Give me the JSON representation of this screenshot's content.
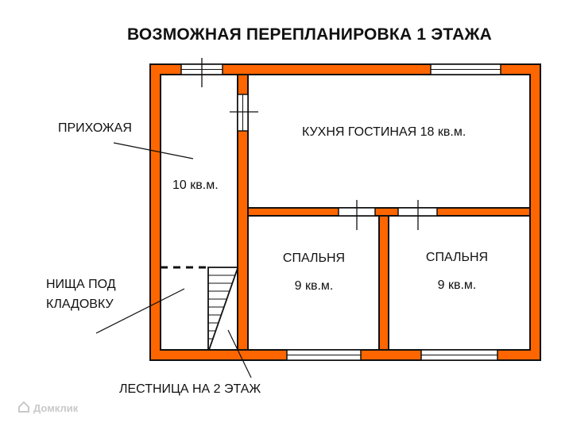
{
  "title": "ВОЗМОЖНАЯ ПЕРЕПЛАНИРОВКА 1 ЭТАЖА",
  "labels": {
    "hallway": "ПРИХОЖАЯ",
    "hallway_area": "10 кв.м.",
    "kitchen": "КУХНЯ ГОСТИНАЯ 18 кв.м.",
    "bedroom1": "СПАЛЬНЯ",
    "bedroom1_area": "9 кв.м.",
    "bedroom2": "СПАЛЬНЯ",
    "bedroom2_area": "9 кв.м.",
    "storage_line1": "НИЩА ПОД",
    "storage_line2": "КЛАДОВКУ",
    "stairs": "ЛЕСТНИЦА НА 2 ЭТАЖ"
  },
  "watermark": "Домклик",
  "colors": {
    "wall": "#ff6600",
    "outline": "#111111",
    "background": "#ffffff"
  }
}
